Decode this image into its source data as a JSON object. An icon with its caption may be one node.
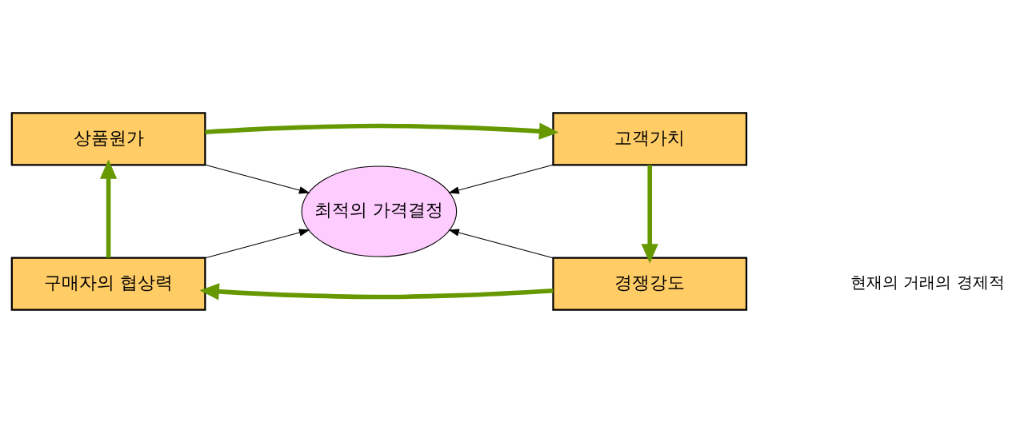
{
  "diagram": {
    "nodes": [
      {
        "text": [
          "상품원가"
        ]
      },
      {
        "text": [
          "고객가치"
        ]
      },
      {
        "text": [
          "최적의 가격결정"
        ]
      },
      {
        "text": [
          "구매자의 협상력"
        ]
      },
      {
        "text": [
          "경쟁강도"
        ]
      }
    ],
    "edges": [
      {
        "from": 3,
        "to": 0,
        "arrow": "to",
        "style": "thick",
        "color": "#669900"
      },
      {
        "from": 0,
        "to": 1,
        "arrow": "to",
        "style": "thick",
        "color": "#669900"
      },
      {
        "from": 1,
        "to": 4,
        "arrow": "to",
        "style": "thick",
        "color": "#669900"
      },
      {
        "from": 4,
        "to": 3,
        "arrow": "to",
        "style": "thick",
        "color": "#669900"
      },
      {
        "from": 0,
        "to": 2,
        "arrow": "to",
        "color": "#000000"
      },
      {
        "from": 1,
        "to": 2,
        "arrow": "to",
        "color": "#000000"
      },
      {
        "from": 3,
        "to": 2,
        "arrow": "to",
        "color": "#000000"
      },
      {
        "from": 4,
        "to": 2,
        "arrow": "to",
        "color": "#000000"
      }
    ],
    "labels": [
      "현재의 거래의 경제적"
    ]
  }
}
